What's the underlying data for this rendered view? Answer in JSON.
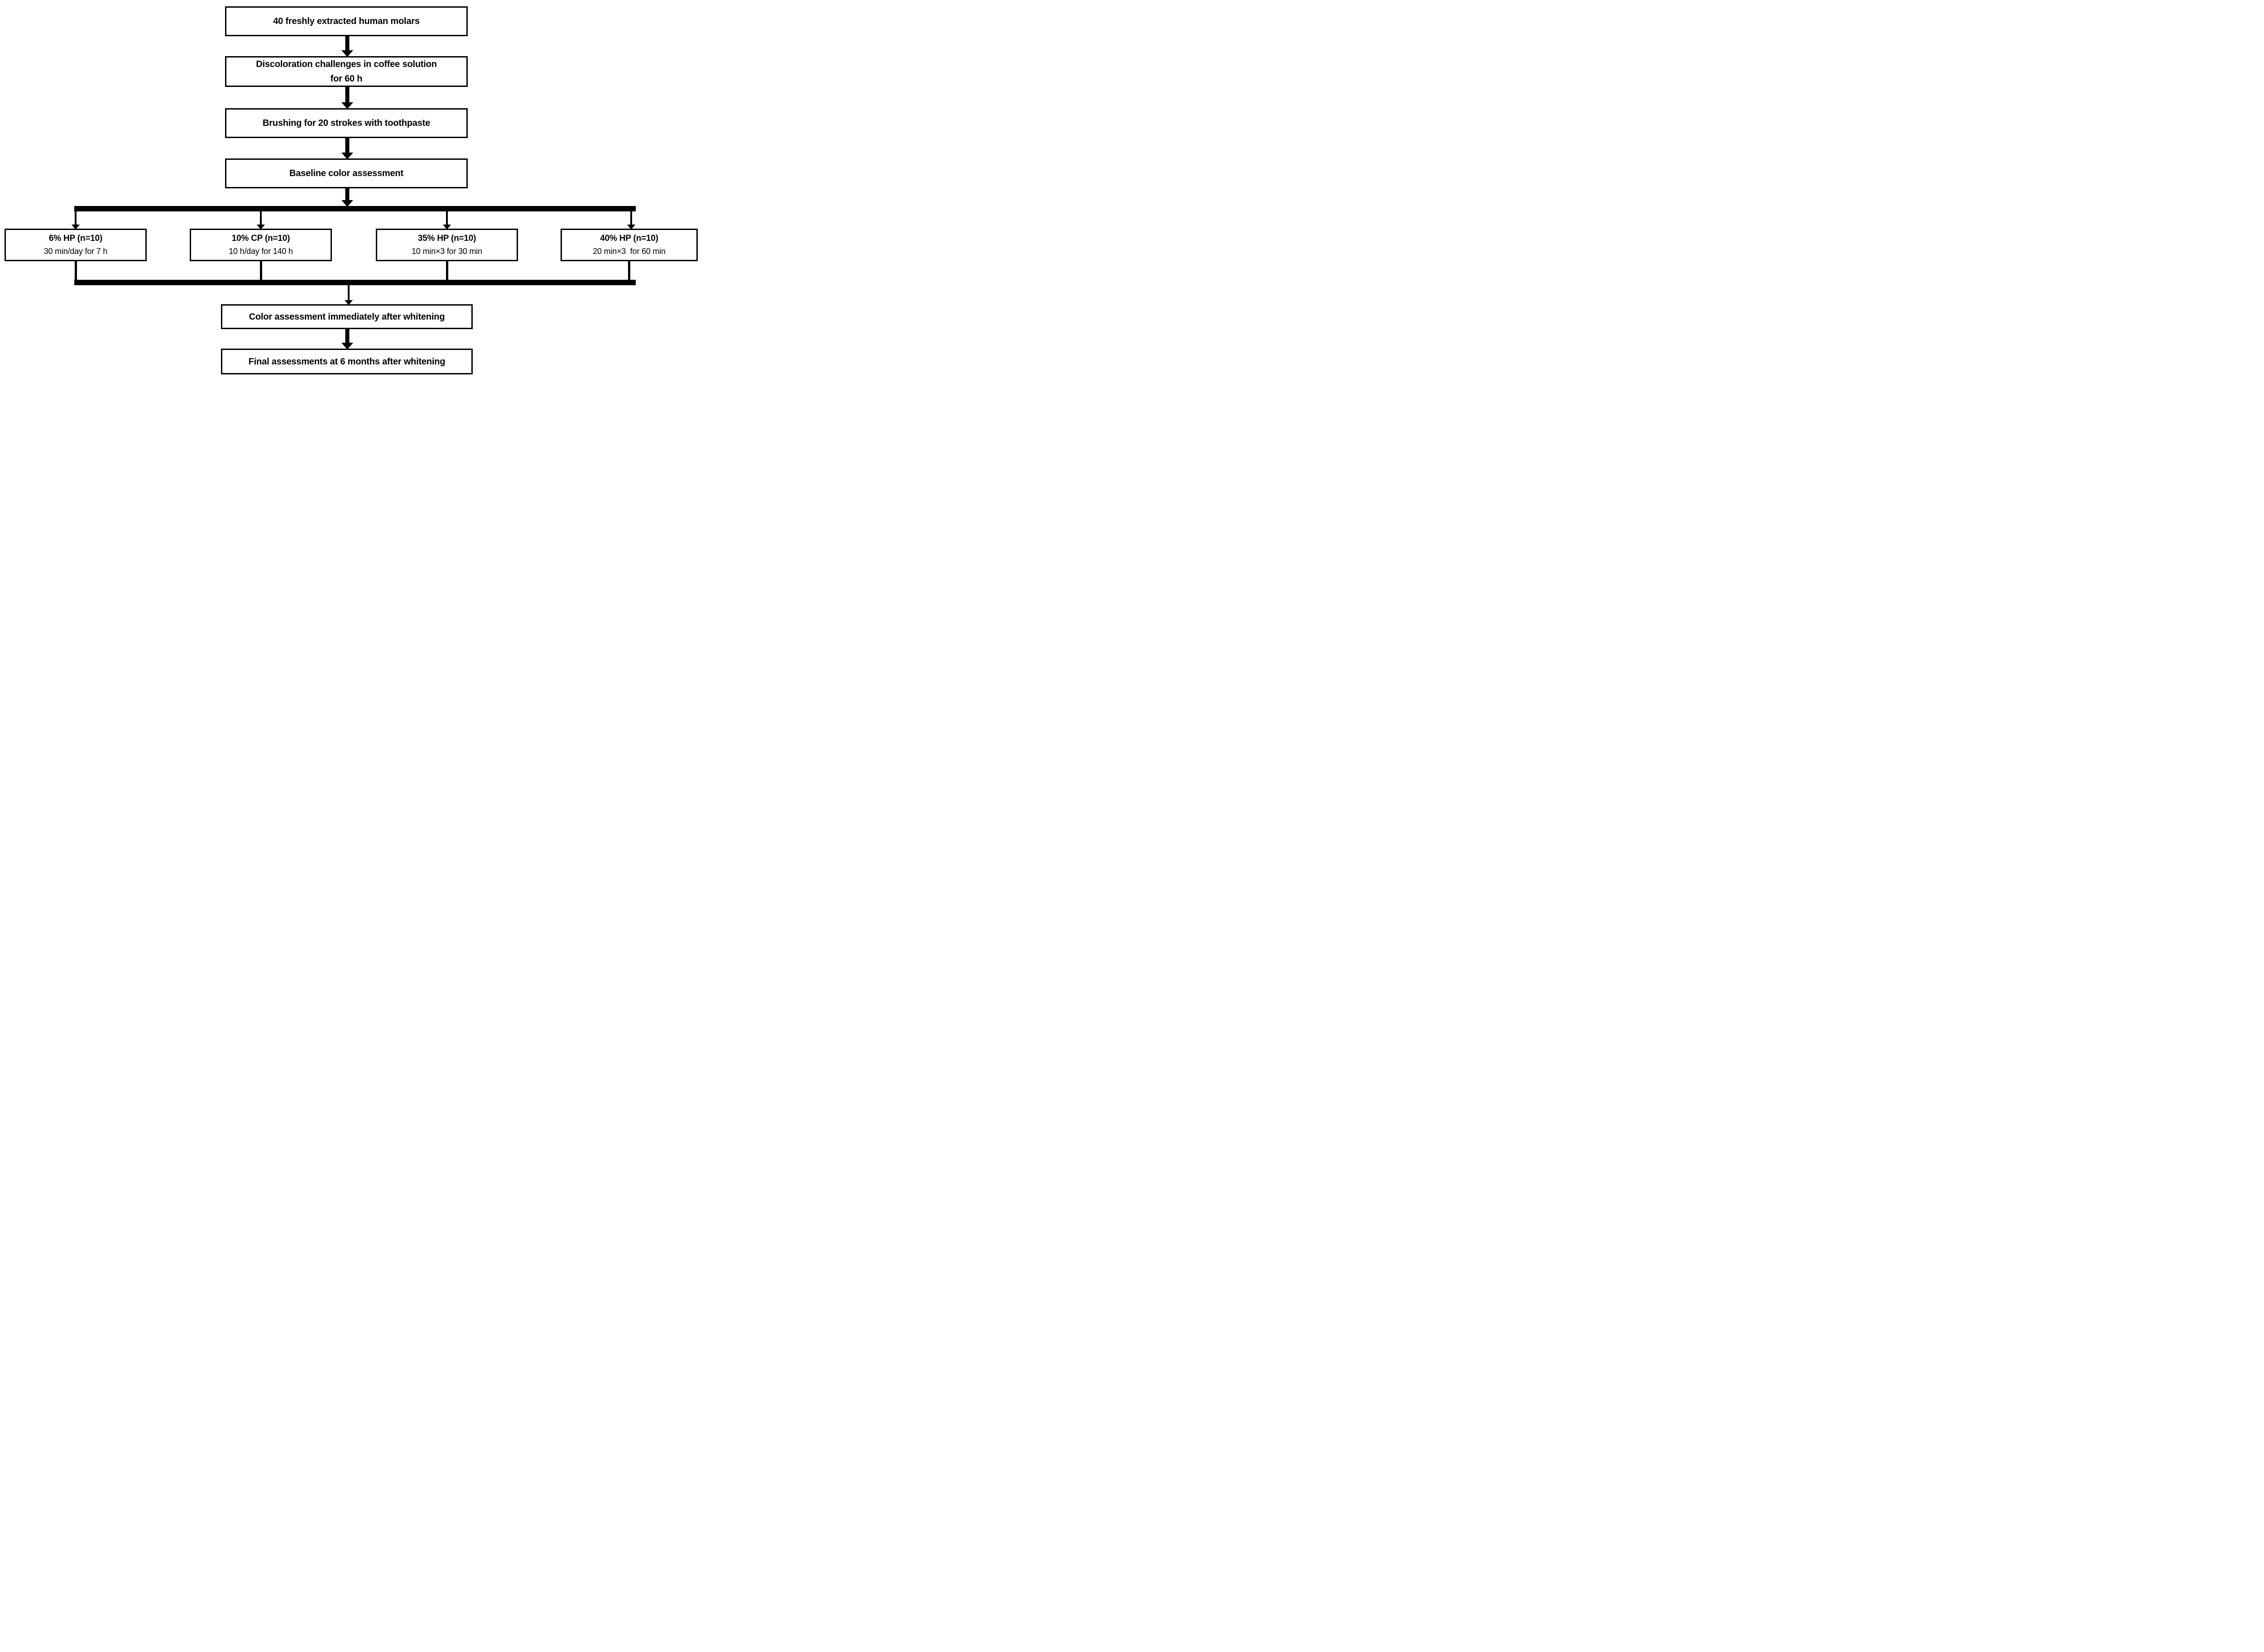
{
  "diagram": {
    "type": "flowchart",
    "background_color": "#ffffff",
    "stroke_color": "#000000",
    "nodes": {
      "molars": {
        "label": "40 freshly extracted human molars"
      },
      "discoloration": {
        "line1": "Discoloration challenges in coffee solution",
        "line2": "for 60 h"
      },
      "brushing": {
        "label": "Brushing for 20 strokes with toothpaste"
      },
      "baseline": {
        "label": "Baseline color assessment"
      },
      "post_whitening": {
        "label": "Color assessment immediately after whitening"
      },
      "final": {
        "label": "Final assessments at 6 months after whitening"
      }
    },
    "branches": [
      {
        "title": "6% HP (n=10)",
        "schedule": "30 min/day for 7 h"
      },
      {
        "title": "10% CP (n=10)",
        "schedule": "10 h/day for 140 h"
      },
      {
        "title": "35% HP (n=10)",
        "schedule": "10 min×3 for 30 min"
      },
      {
        "title": "40% HP (n=10)",
        "schedule": "20 min×3  for 60 min"
      }
    ]
  }
}
